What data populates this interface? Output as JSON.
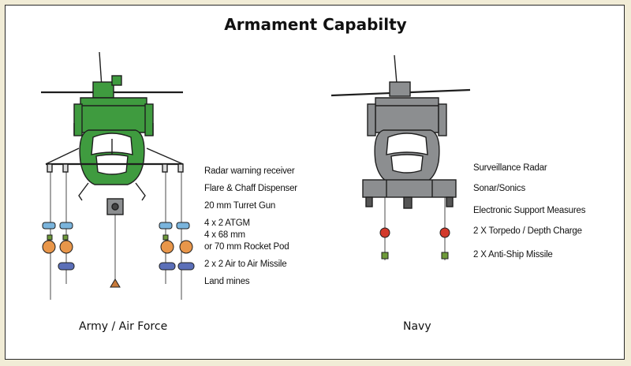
{
  "title": "Armament Capabilty",
  "colors": {
    "army_body": "#3f9b3f",
    "navy_body": "#8c8e90",
    "outline": "#1e1e1e",
    "ordnance_blue": "#5b6fb8",
    "ordnance_orange": "#e8964a",
    "ordnance_red": "#d23a2c",
    "ordnance_green": "#6e9a3a",
    "ordnance_lightblue": "#7ab4dc"
  },
  "army": {
    "caption": "Army / Air Force",
    "labels": [
      "Radar warning receiver",
      "Flare & Chaff Dispenser",
      "20 mm Turret Gun",
      "4 x 2 ATGM",
      "4 x 68 mm",
      "or 70 mm Rocket Pod",
      "2 x 2 Air to Air Missile",
      "Land mines"
    ]
  },
  "navy": {
    "caption": "Navy",
    "labels": [
      "Surveillance Radar",
      "Sonar/Sonics",
      "Electronic Support Measures",
      "2 X Torpedo / Depth Charge",
      "2 X Anti-Ship Missile"
    ]
  }
}
